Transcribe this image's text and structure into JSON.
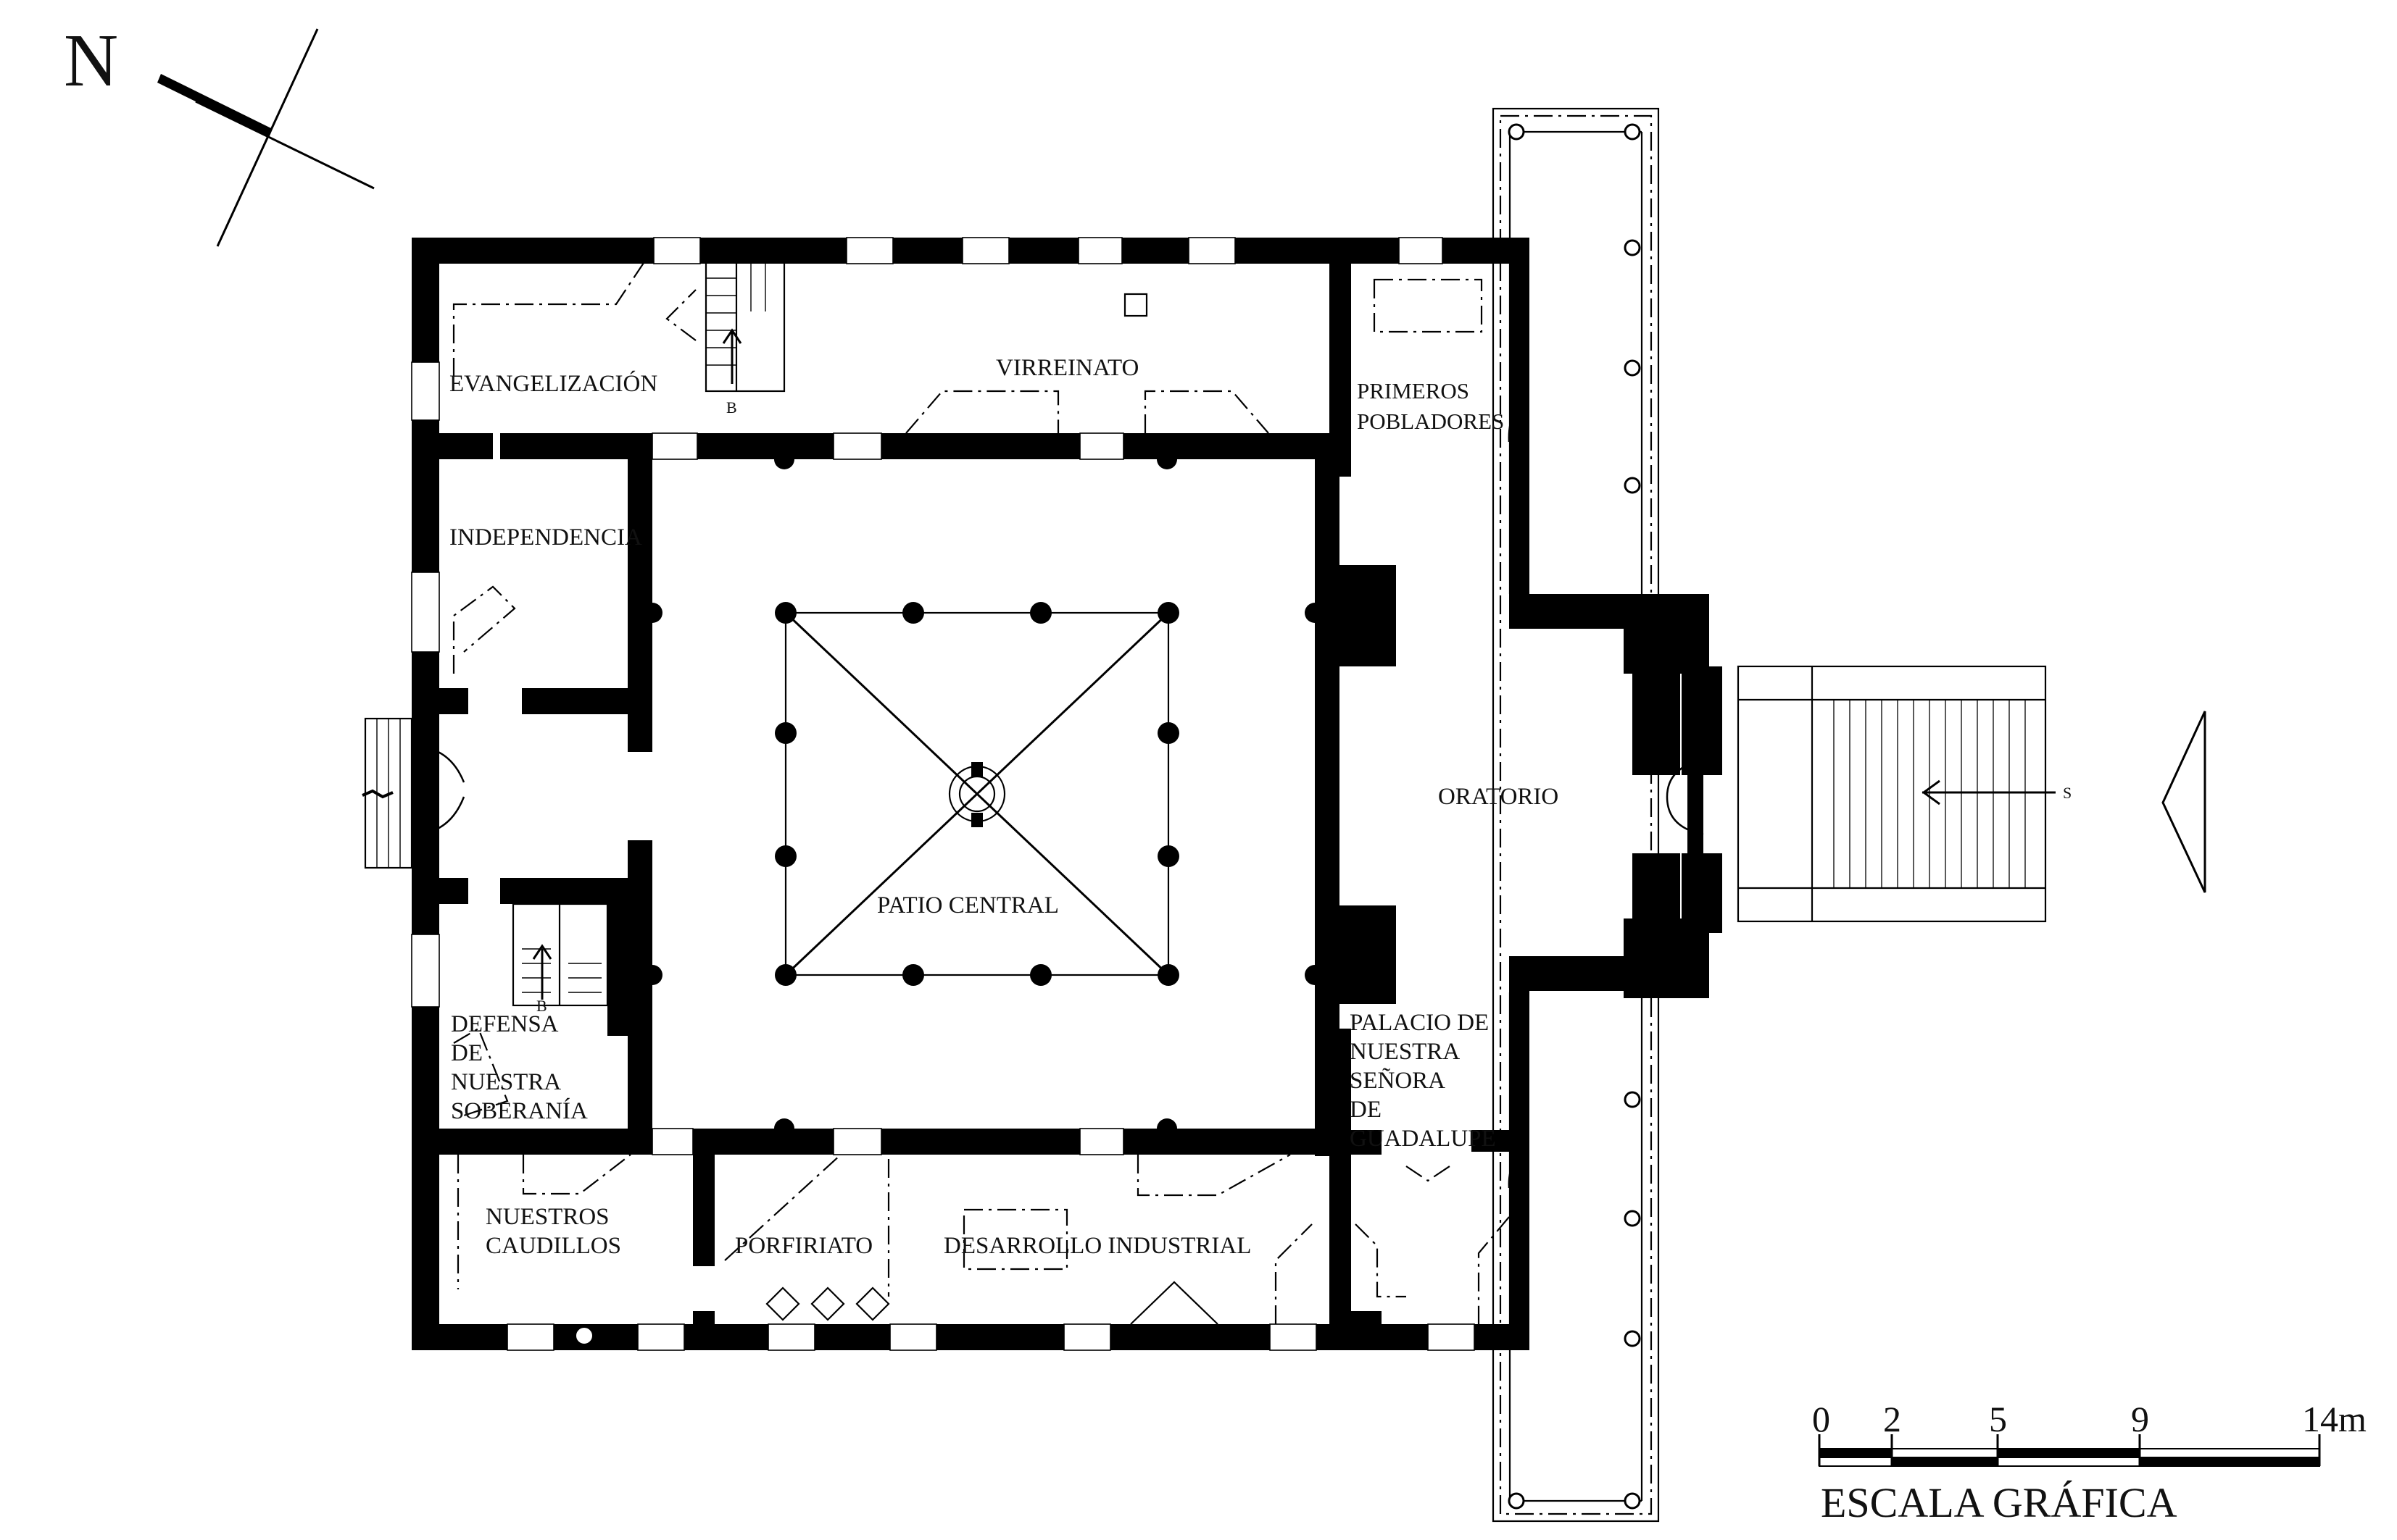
{
  "north_label": "N",
  "rooms": {
    "evangelizacion": "EVANGELIZACIÓN",
    "virreinato": "VIRREINATO",
    "primeros_pobladores": [
      "PRIMEROS",
      "POBLADORES"
    ],
    "independencia": "INDEPENDENCIA",
    "patio_central": "PATIO CENTRAL",
    "oratorio": "ORATORIO",
    "defensa": [
      "DEFENSA",
      "DE",
      "NUESTRA",
      "SOBERANÍA"
    ],
    "palacio": [
      "PALACIO DE",
      "NUESTRA",
      "SEÑORA",
      "DE",
      "GUADALUPE"
    ],
    "nuestros_caudillos": [
      "NUESTROS",
      "CAUDILLOS"
    ],
    "porfiriato": "PORFIRIATO",
    "desarrollo_industrial": "DESARROLLO INDUSTRIAL"
  },
  "stair_marks": {
    "up_top": "B",
    "up_left": "B",
    "entrance": "S"
  },
  "scale": {
    "ticks": [
      "0",
      "2",
      "5",
      "9",
      "14m"
    ],
    "title": "ESCALA GRÁFICA"
  }
}
